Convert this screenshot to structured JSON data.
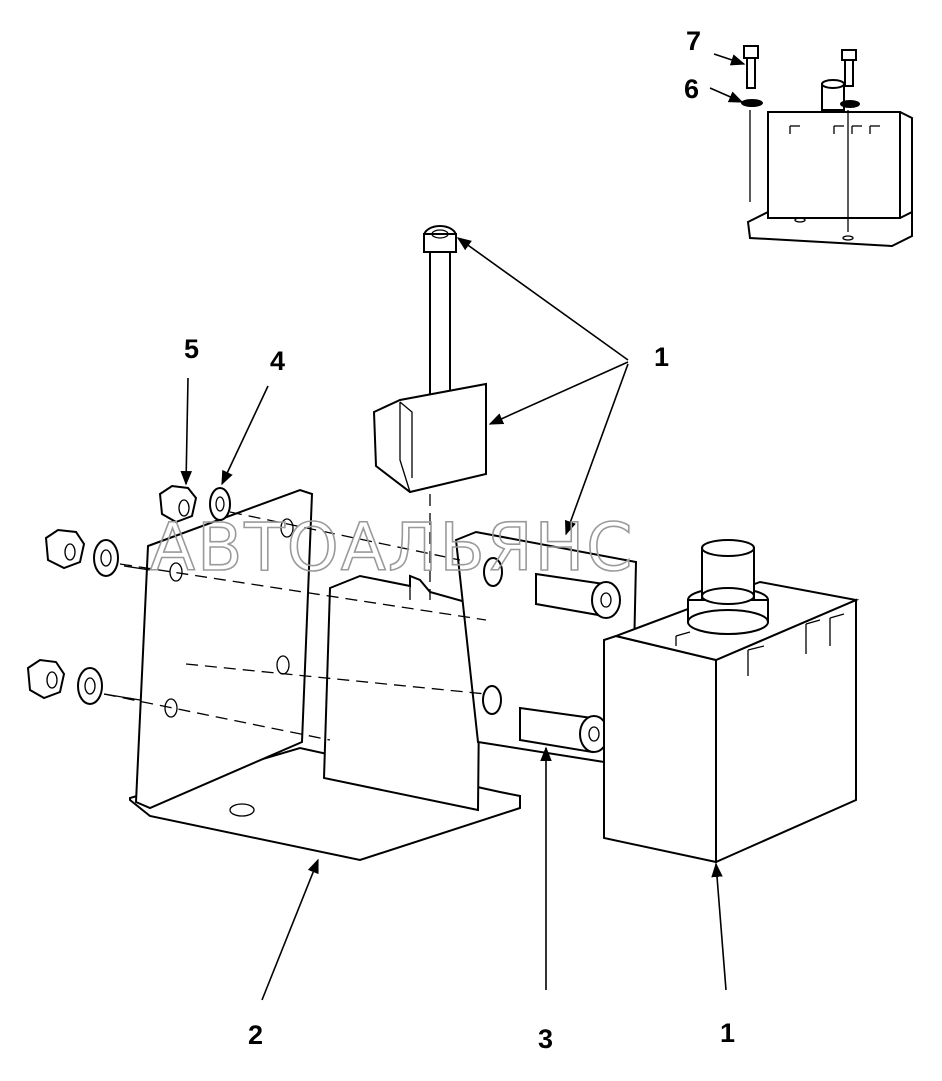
{
  "callouts": {
    "c1_top": "1",
    "c1_bottom": "1",
    "c2": "2",
    "c3": "3",
    "c4": "4",
    "c5": "5",
    "c6": "6",
    "c7": "7"
  },
  "watermark": "АВТОАЛЬЯНС",
  "colors": {
    "line": "#000000",
    "background": "#ffffff",
    "watermark": "#9a9a9a"
  }
}
